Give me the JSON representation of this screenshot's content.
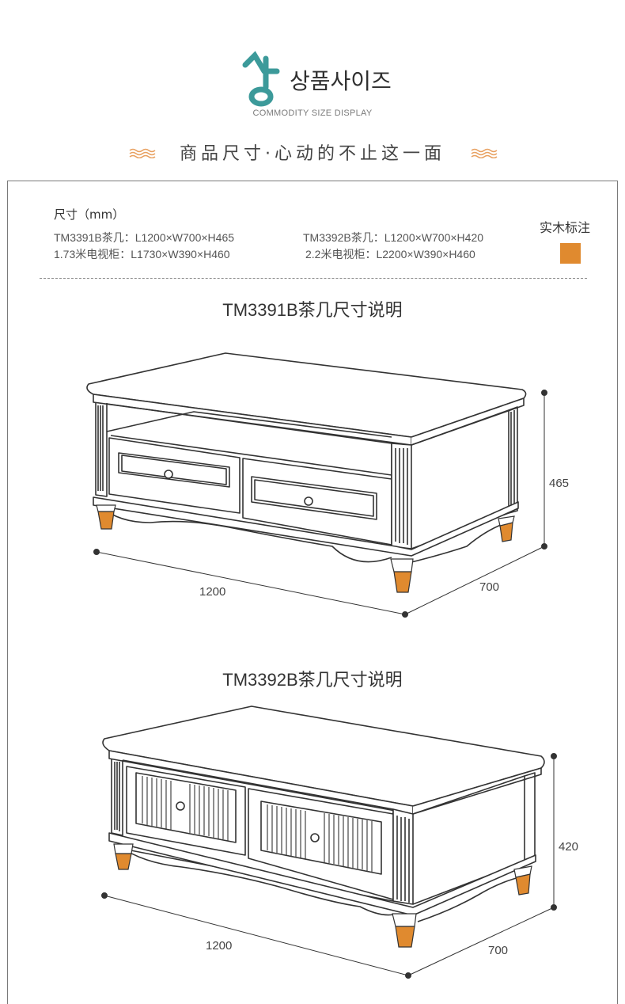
{
  "header": {
    "korean_title": "상품사이즈",
    "subtitle": "COMMODITY SIZE DISPLAY",
    "slogan": "商品尺寸·心动的不止这一面"
  },
  "specs": {
    "title": "尺寸（mm）",
    "left": [
      "TM3391B茶几：L1200×W700×H465",
      "1.73米电视柜：L1730×W390×H460"
    ],
    "right": [
      "TM3392B茶几：L1200×W700×H420",
      "2.2米电视柜：L2200×W390×H460"
    ]
  },
  "legend": {
    "label": "实木标注",
    "color": "#e08a2f"
  },
  "colors": {
    "accent": "#e08a2f",
    "teal": "#3c9a9a",
    "line": "#333333"
  },
  "section1": {
    "title": "TM3391B茶几尺寸说明",
    "length": "1200",
    "width": "700",
    "height": "465"
  },
  "section2": {
    "title": "TM3392B茶几尺寸说明",
    "length": "1200",
    "width": "700",
    "height": "420"
  }
}
